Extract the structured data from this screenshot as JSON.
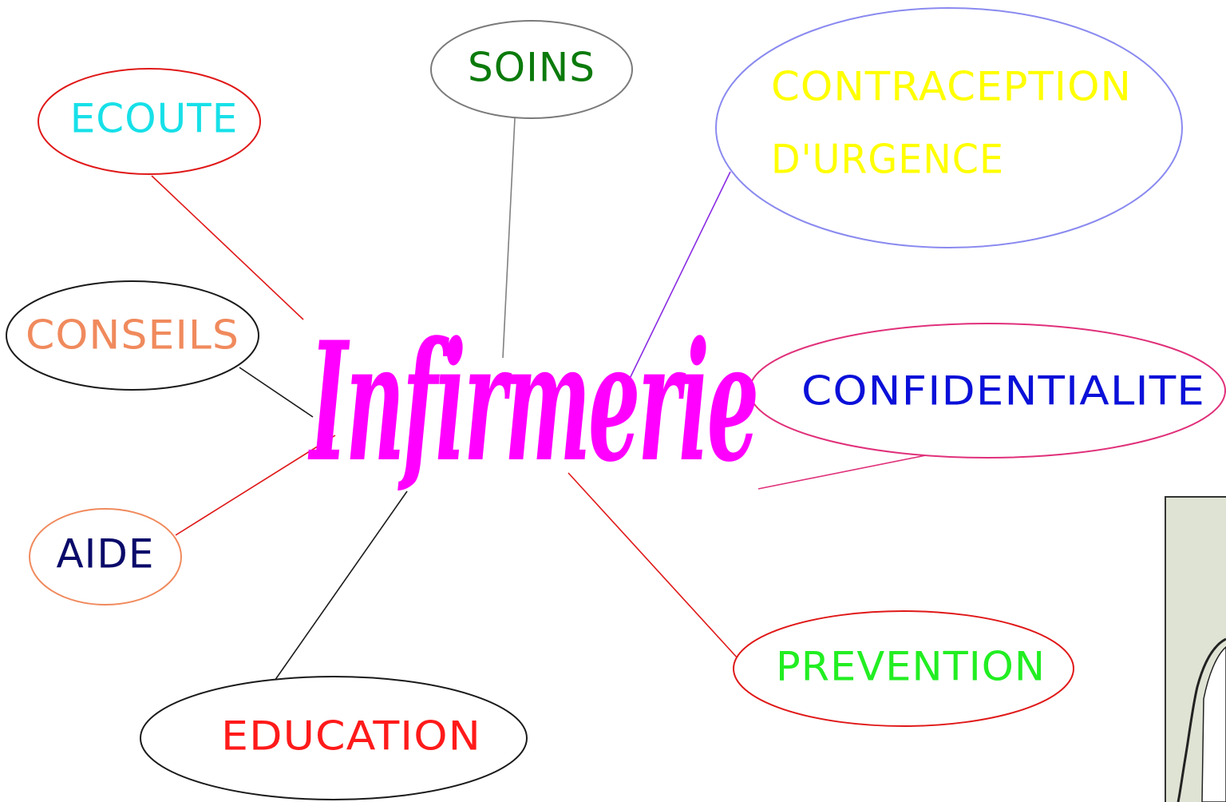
{
  "center": {
    "label": "Infirmerie",
    "color": "#ff00ff"
  },
  "nodes": {
    "soins": {
      "label": "SOINS",
      "text_color": "#0b7a0b",
      "border_color": "#7a7a7a",
      "link_color": "#808080"
    },
    "ecoute": {
      "label": "ECOUTE",
      "text_color": "#17e0e8",
      "border_color": "#e01818",
      "link_color": "#e01818"
    },
    "contraception": {
      "line1": "CONTRACEPTION",
      "line2": "D'URGENCE",
      "text_color": "#ffff00",
      "border_color": "#8a8af0",
      "link_color": "#8a2be2"
    },
    "conseils": {
      "label": "CONSEILS",
      "text_color": "#f08a5d",
      "border_color": "#1a1a1a",
      "link_color": "#1a1a1a"
    },
    "confidentialite": {
      "label": "CONFIDENTIALITE",
      "text_color": "#0a10d8",
      "border_color": "#e0307a",
      "link_color": "#e0307a"
    },
    "aide": {
      "label": "AIDE",
      "text_color": "#0a0a6a",
      "border_color": "#f08a5d",
      "link_color": "#e01818"
    },
    "prevention": {
      "label": "PREVENTION",
      "text_color": "#22ee22",
      "border_color": "#e01818",
      "link_color": "#e01818"
    },
    "education": {
      "label": "EDUCATION",
      "text_color": "#ff1a1a",
      "border_color": "#1a1a1a",
      "link_color": "#1a1a1a"
    }
  },
  "illustration": {
    "name": "nurse-illustration-fragment",
    "background_color": "#dfe3d4",
    "border_color": "#333333"
  }
}
